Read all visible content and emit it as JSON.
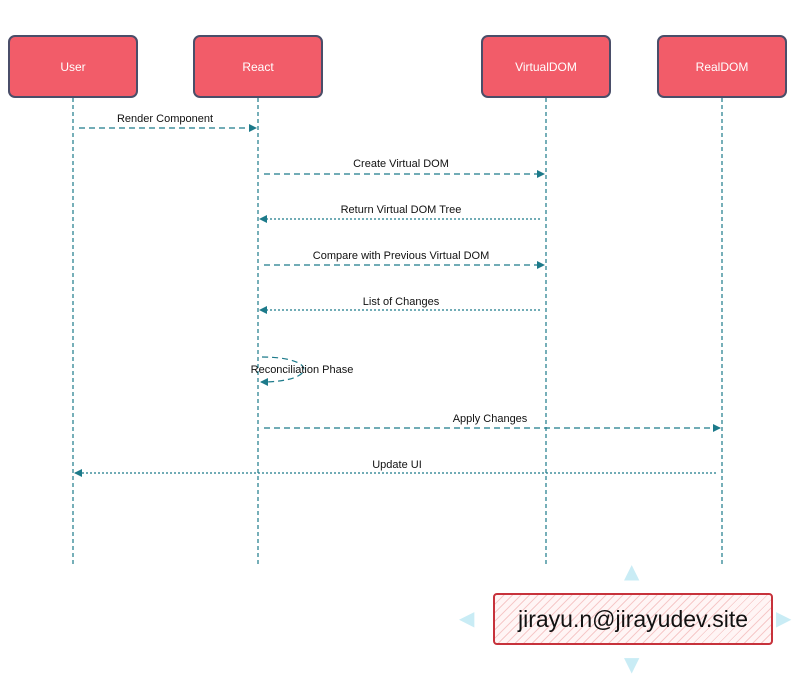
{
  "participants": [
    {
      "id": "user",
      "label": "User"
    },
    {
      "id": "react",
      "label": "React"
    },
    {
      "id": "virtualdom",
      "label": "VirtualDOM"
    },
    {
      "id": "realdom",
      "label": "RealDOM"
    }
  ],
  "messages": [
    {
      "label": "Render Component",
      "from": "user",
      "to": "react",
      "style": "dashed"
    },
    {
      "label": "Create Virtual DOM",
      "from": "react",
      "to": "virtualdom",
      "style": "dashed"
    },
    {
      "label": "Return Virtual DOM Tree",
      "from": "virtualdom",
      "to": "react",
      "style": "dotted"
    },
    {
      "label": "Compare with Previous Virtual DOM",
      "from": "react",
      "to": "virtualdom",
      "style": "dashed"
    },
    {
      "label": "List of Changes",
      "from": "virtualdom",
      "to": "react",
      "style": "dotted"
    },
    {
      "label": "Reconciliation Phase",
      "from": "react",
      "to": "react",
      "style": "dashed"
    },
    {
      "label": "Apply Changes",
      "from": "react",
      "to": "realdom",
      "style": "dashed"
    },
    {
      "label": "Update UI",
      "from": "realdom",
      "to": "user",
      "style": "dotted"
    }
  ],
  "watermark": {
    "text": "jirayu.n@jirayudev.site"
  },
  "colors": {
    "actor_fill": "#f25c69",
    "actor_border": "#4a4e69",
    "arrow": "#1c7a8a",
    "lifeline": "#1c7a8a"
  }
}
